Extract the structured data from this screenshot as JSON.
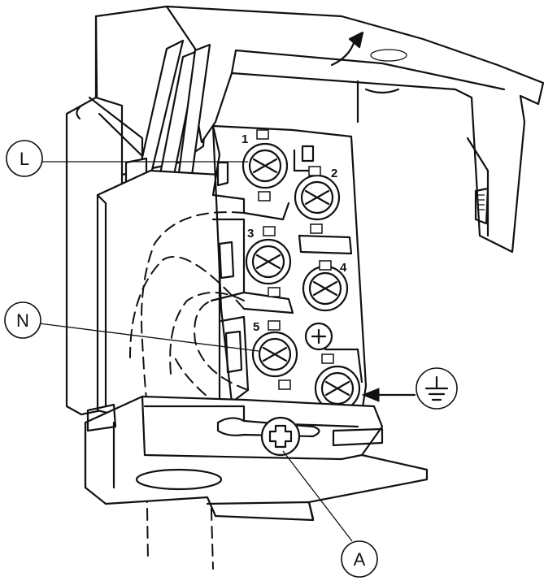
{
  "callouts": {
    "live": "L",
    "neutral": "N",
    "screw": "A"
  },
  "terminals": [
    "1",
    "2",
    "3",
    "4",
    "5"
  ],
  "icons": {
    "earth": "earth-ground-icon",
    "screw": "phillips-screw-icon",
    "arrow": "curved-arrow-icon"
  }
}
